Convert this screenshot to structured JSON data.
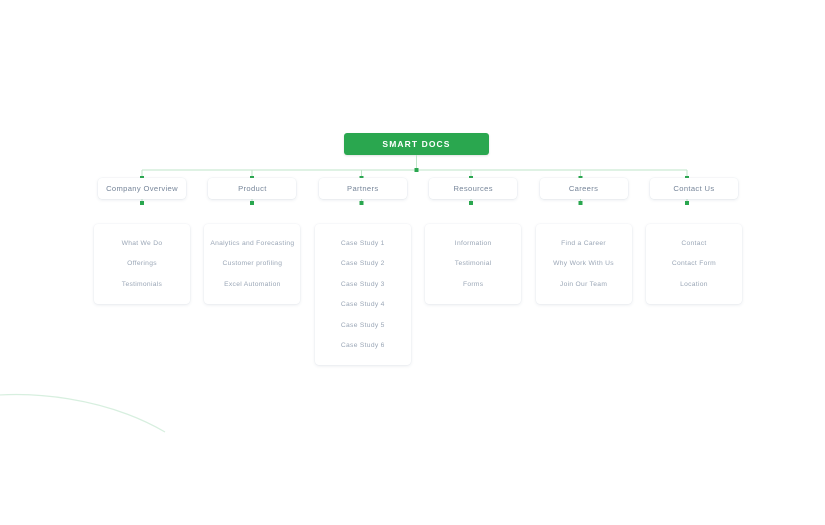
{
  "diagram": {
    "type": "sitemap-tree",
    "root": {
      "label": "SMART DOCS",
      "color": "#2aa74f"
    },
    "connector_color": "#bfe5c9",
    "connector_dot_color": "#2aa74f",
    "header_text_color": "#77869a",
    "child_text_color": "#9aa6b6",
    "background": "#ffffff",
    "columns": [
      {
        "header": "Company Overview",
        "children": [
          "What We Do",
          "Offerings",
          "Testimonials"
        ]
      },
      {
        "header": "Product",
        "children": [
          "Analytics and Forecasting",
          "Customer profiling",
          "Excel Automation"
        ]
      },
      {
        "header": "Partners",
        "children": [
          "Case Study 1",
          "Case Study 2",
          "Case Study 3",
          "Case Study 4",
          "Case Study 5",
          "Case Study 6"
        ]
      },
      {
        "header": "Resources",
        "children": [
          "Information",
          "Testimonial",
          "Forms"
        ]
      },
      {
        "header": "Careers",
        "children": [
          "Find a Career",
          "Why Work With Us",
          "Join Our Team"
        ]
      },
      {
        "header": "Contact Us",
        "children": [
          "Contact",
          "Contact Form",
          "Location"
        ]
      }
    ]
  }
}
